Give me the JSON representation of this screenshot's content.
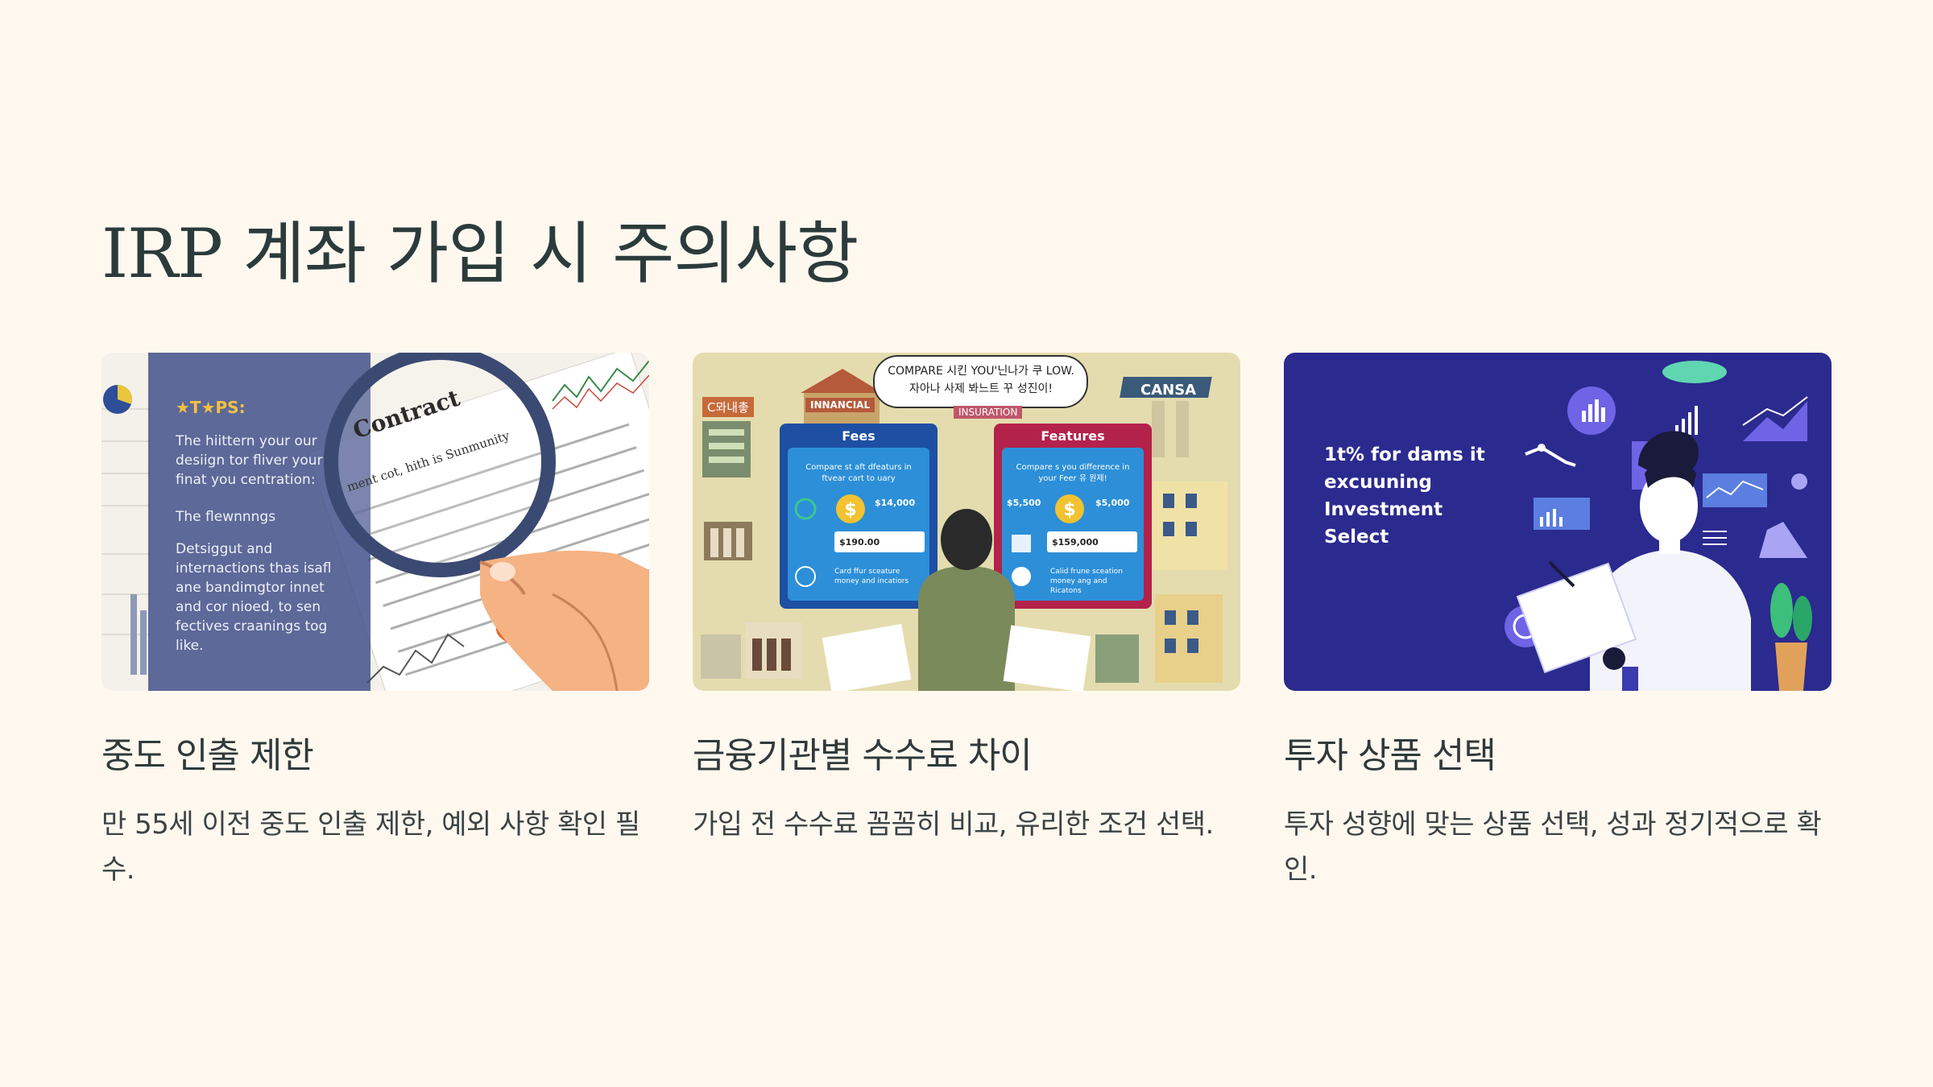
{
  "page": {
    "title": "IRP 계좌 가입 시 주의사항"
  },
  "cards": [
    {
      "title": "중도 인출 제한",
      "description": "만 55세 이전 중도 인출 제한, 예외 사항 확인 필수.",
      "image": {
        "tips_heading": "★T★PS:",
        "paragraph1": "The hiittern your our desiign tor fliver your finat you centration:",
        "paragraph2": "The flewnnngs",
        "paragraph3": "Detsiggut and internactions thas isafl ane bandimgtor innet and cor nioed, to sen fectives craanings tog like.",
        "contract_heading": "Contract",
        "contract_line": "ment cot, hith is Sunmunity"
      }
    },
    {
      "title": "금융기관별 수수료 차이",
      "description": "가입 전 수수료 꼼꼼히 비교, 유리한 조건 선택.",
      "image": {
        "bubble_line1": "COMPARE 시킨 YOU'닌나가 쿠 LOW.",
        "bubble_line2": "자아나 사제 봐느트 꾸 성진이!",
        "sign_left": "C뫄내촣",
        "sign_financial": "INNANCIAL",
        "sign_insurance": "INSURATION",
        "sign_right": "CANSA",
        "panel_fees_title": "Fees",
        "panel_fees_sub": "Compare st aft dfeaturs in ftvear cart to uary",
        "panel_fees_amount": "$14,000",
        "panel_fees_input": "$190.00",
        "panel_fees_footer": "Card ffur sceature money and incatiors",
        "panel_features_title": "Features",
        "panel_features_sub": "Compare s you difference in your Feer 유 원제!",
        "panel_features_amount_left": "$5,500",
        "panel_features_amount_right": "$5,000",
        "panel_features_input": "$159,000",
        "panel_features_footer": "Calid frune sceation money ang and Ricatons"
      }
    },
    {
      "title": "투자 상품 선택",
      "description": "투자 성향에 맞는 상품 선택, 성과 정기적으로 확인.",
      "image": {
        "line1": "1t% for dams it",
        "line2": "excuuning",
        "line3": "Investment Select"
      }
    }
  ],
  "colors": {
    "background": "#fff8ef",
    "heading": "#2b3b3b",
    "card3_bg": "#2b2a8f"
  }
}
